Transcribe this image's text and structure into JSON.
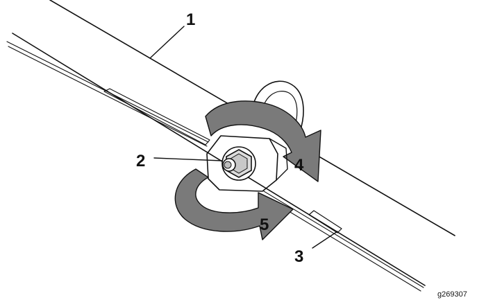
{
  "callouts": [
    {
      "id": "1",
      "label": "1"
    },
    {
      "id": "2",
      "label": "2"
    },
    {
      "id": "3",
      "label": "3"
    },
    {
      "id": "4",
      "label": "4"
    },
    {
      "id": "5",
      "label": "5"
    }
  ],
  "figure_id": "g269307",
  "colors": {
    "line": "#111111",
    "arrow_fill": "#7a7a7a",
    "background": "#ffffff"
  },
  "icons": {
    "arrow_4": "curved-arrow-clockwise-icon",
    "arrow_5": "curved-arrow-counterclockwise-icon"
  }
}
